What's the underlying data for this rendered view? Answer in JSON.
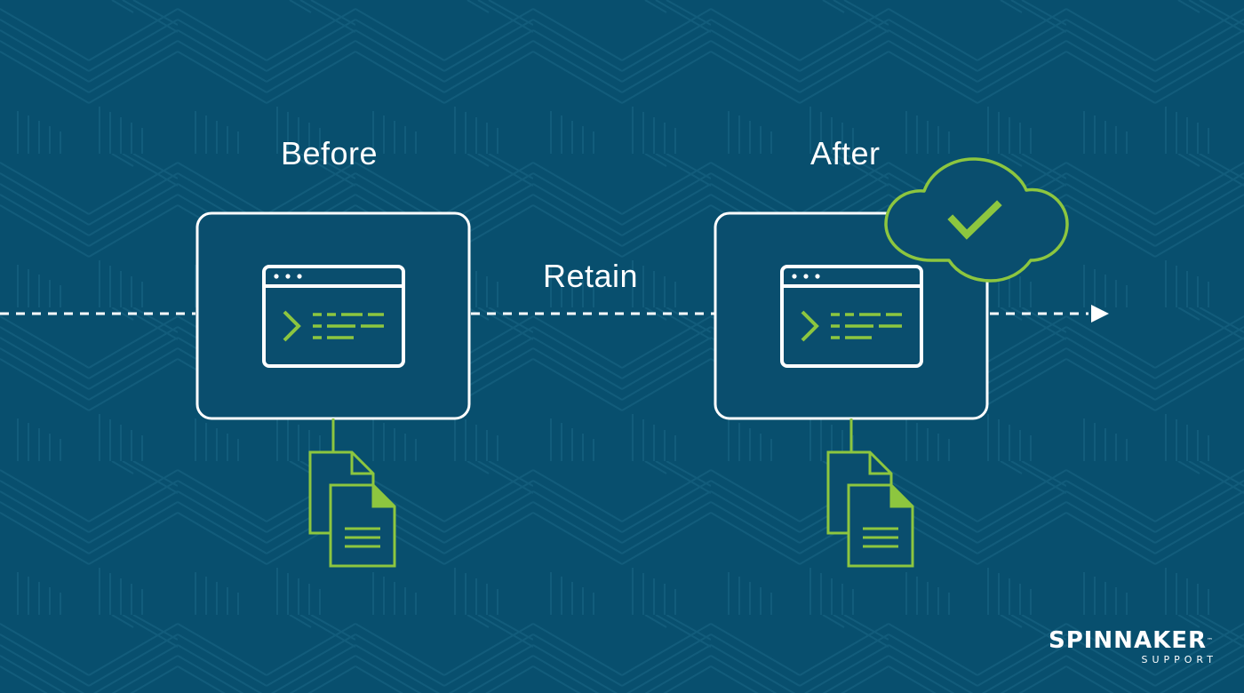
{
  "labels": {
    "before": "Before",
    "after": "After",
    "retain": "Retain"
  },
  "brand": {
    "name": "SPINNAKER",
    "trademark": "™",
    "tagline": "SUPPORT"
  },
  "colors": {
    "background": "#084F6E",
    "pattern_line": "#135D7C",
    "box_fill": "#0A4E6E",
    "outline": "#FFFFFF",
    "accent": "#8DC63F"
  },
  "icons": {
    "before_box": "terminal-window-icon",
    "after_box": "terminal-window-icon",
    "before_docs": "documents-icon",
    "after_docs": "documents-icon",
    "cloud": "cloud-check-icon",
    "flow_end": "arrowhead-icon"
  }
}
